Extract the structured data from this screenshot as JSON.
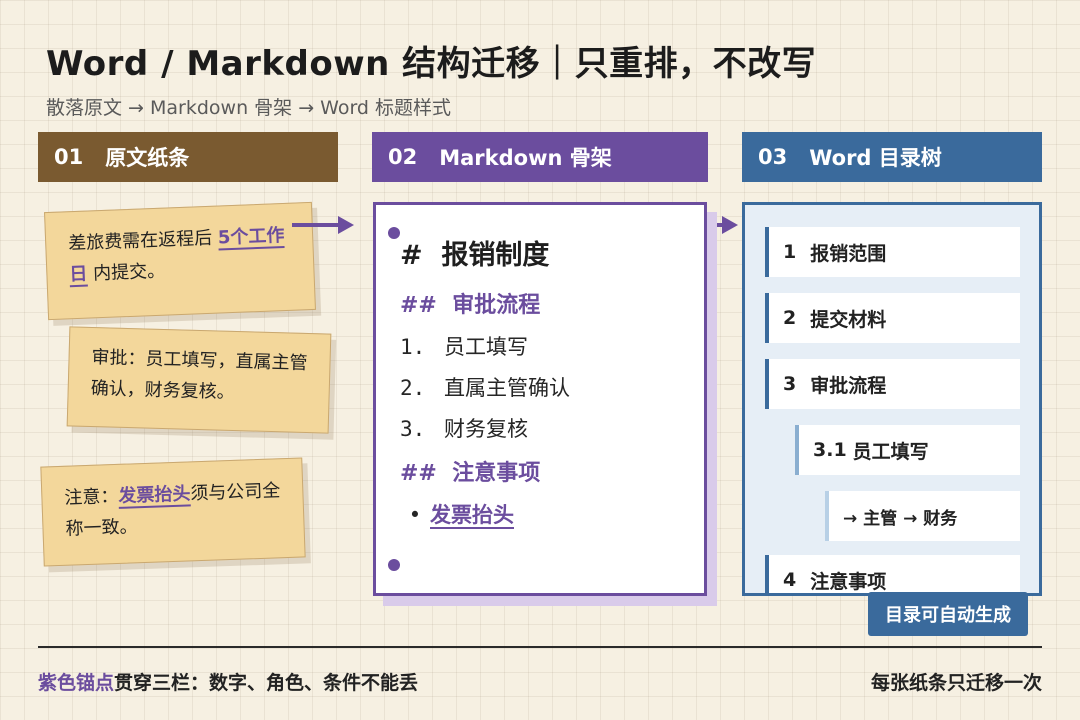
{
  "header": {
    "title": "Word / Markdown 结构迁移｜只重排，不改写",
    "subtitle": "散落原文 → Markdown 骨架 → Word 标题样式"
  },
  "columns": [
    {
      "num": "01",
      "label": "原文纸条",
      "color": "#7a5a30"
    },
    {
      "num": "02",
      "label": "Markdown 骨架",
      "color": "#6b4d9e"
    },
    {
      "num": "03",
      "label": "Word 目录树",
      "color": "#3a6a9c"
    }
  ],
  "notes": [
    {
      "before": "差旅费需在返程后 ",
      "highlight": "5个工作日",
      "after": " 内提交。"
    },
    {
      "before": "审批：员工填写，直属主管确认，财务复核。",
      "highlight": "",
      "after": ""
    },
    {
      "before": "注意：",
      "highlight": "发票抬头",
      "after": "须与公司全称一致。"
    }
  ],
  "markdown": {
    "h1_marker": "#",
    "h1": "报销制度",
    "h2_marker": "##",
    "sections": [
      {
        "heading": "审批流程",
        "items": [
          {
            "marker": "1.",
            "text": "员工填写"
          },
          {
            "marker": "2.",
            "text": "直属主管确认"
          },
          {
            "marker": "3.",
            "text": "财务复核"
          }
        ]
      },
      {
        "heading": "注意事项",
        "items": [
          {
            "marker": "•",
            "text": "发票抬头"
          }
        ]
      }
    ]
  },
  "toc": {
    "items": [
      {
        "num": "1",
        "text": "报销范围",
        "level": 1
      },
      {
        "num": "2",
        "text": "提交材料",
        "level": 1
      },
      {
        "num": "3",
        "text": "审批流程",
        "level": 1
      },
      {
        "num": "3.1",
        "text": "员工填写",
        "level": 2
      },
      {
        "num": "",
        "text": "→ 主管 → 财务",
        "level": 3
      },
      {
        "num": "4",
        "text": "注意事项",
        "level": 1
      }
    ],
    "badge": "目录可自动生成"
  },
  "footer": {
    "left_accent": "紫色锚点",
    "left_rest": "贯穿三栏：数字、角色、条件不能丢",
    "right": "每张纸条只迁移一次"
  },
  "colors": {
    "brown": "#7a5a30",
    "purple": "#6b4d9e",
    "blue": "#3a6a9c",
    "paper": "#f3d79b"
  }
}
